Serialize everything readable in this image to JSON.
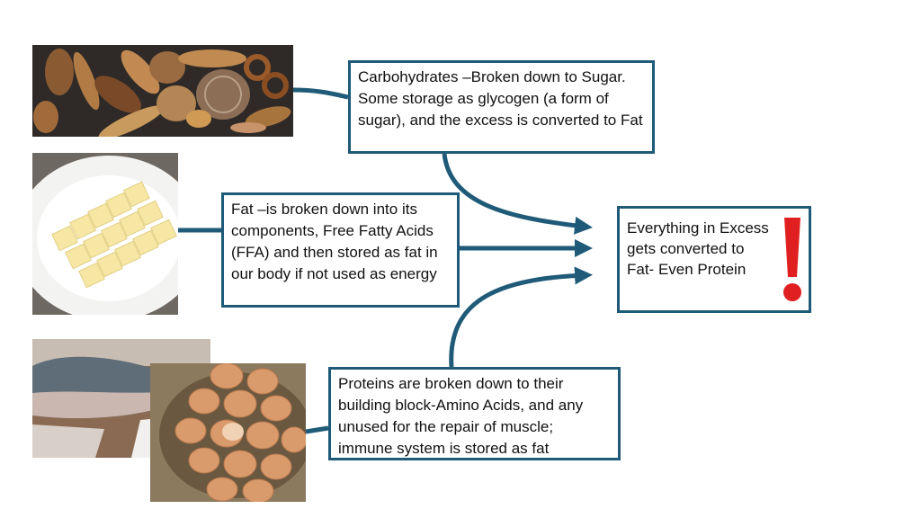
{
  "boxes": {
    "carbohydrates": "Carbohydrates –Broken down to Sugar. Some storage as glycogen (a form of sugar), and the excess is converted to Fat",
    "fat": "Fat –is broken down into its components, Free Fatty Acids (FFA)  and then stored as fat in our body if not used as energy",
    "proteins": "Proteins are broken down to their building block-Amino Acids, and any unused for the repair of muscle; immune system is stored as fat",
    "result": "Everything in Excess gets converted  to Fat- Even Protein"
  },
  "images": {
    "bread": "bread-assortment-photo",
    "butter": "butter-cubes-on-plate-photo",
    "fish": "salmon-fish-photo",
    "eggs": "eggs-in-basket-photo"
  },
  "icons": {
    "exclamation": "exclamation-mark-icon"
  },
  "colors": {
    "accent": "#1f5b78",
    "alert": "#e02020",
    "background": "#ffffff"
  }
}
